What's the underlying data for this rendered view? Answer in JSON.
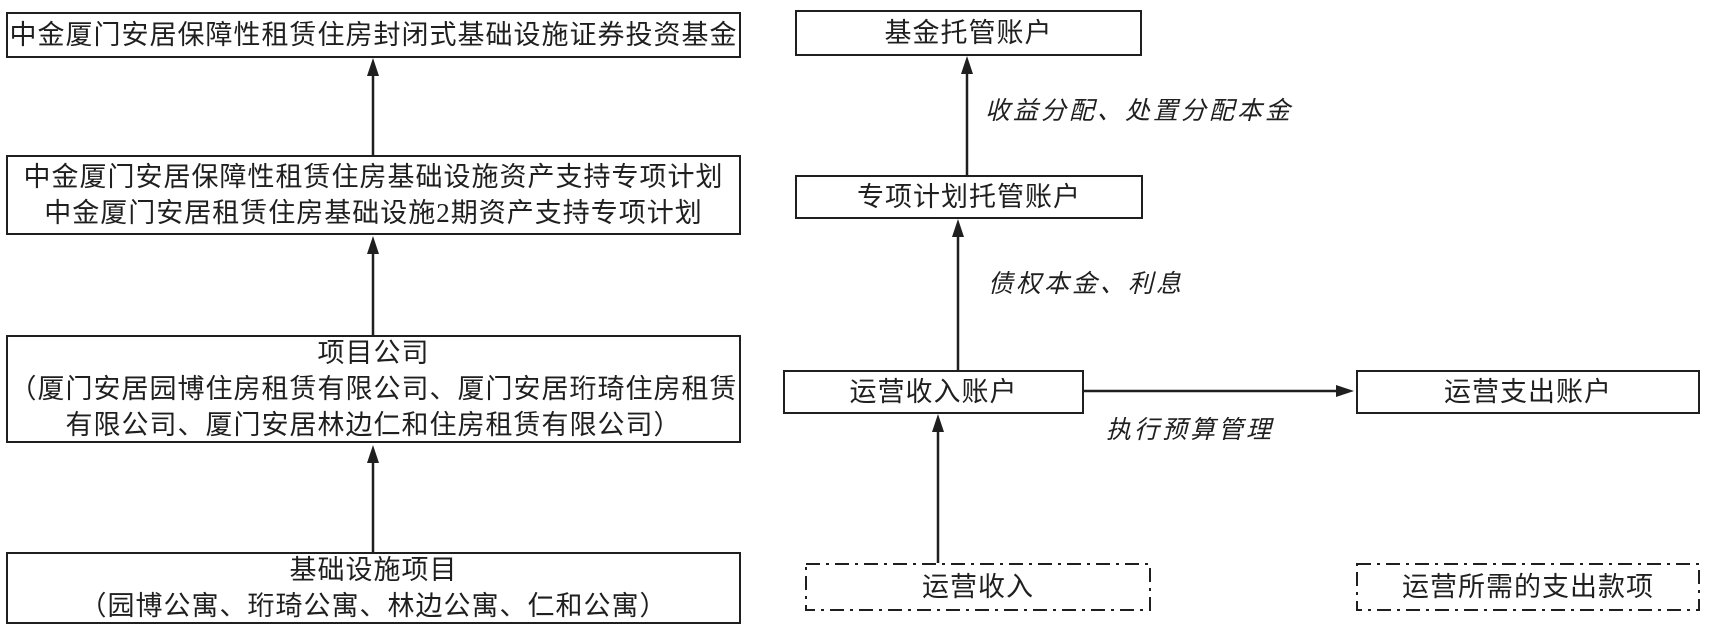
{
  "diagram": {
    "left_chain": {
      "fund_box": {
        "line1": "中金厦门安居保障性租赁住房封闭式基础设施证券投资基金"
      },
      "abs_plan_box": {
        "line1": "中金厦门安居保障性租赁住房基础设施资产支持专项计划",
        "line2": "中金厦门安居租赁住房基础设施2期资产支持专项计划"
      },
      "project_company_box": {
        "line1": "项目公司",
        "line2": "（厦门安居园博住房租赁有限公司、厦门安居珩琦住房租赁",
        "line3": "有限公司、厦门安居林边仁和住房租赁有限公司）"
      },
      "infrastructure_box": {
        "line1": "基础设施项目",
        "line2": "（园博公寓、珩琦公寓、林边公寓、仁和公寓）"
      }
    },
    "right_chain": {
      "fund_custody_box": "基金托管账户",
      "plan_custody_box": "专项计划托管账户",
      "operating_income_account_box": "运营收入账户",
      "operating_expense_account_box": "运营支出账户",
      "operating_income_box": "运营收入",
      "operating_expense_items_box": "运营所需的支出款项",
      "label_income_distribution": "收益分配、处置分配本金",
      "label_debt_principal_interest": "债权本金、利息",
      "label_budget_management": "执行预算管理"
    },
    "colors": {
      "border": "#1f1f1f",
      "background": "#ffffff",
      "text": "#1f1f1f"
    }
  }
}
